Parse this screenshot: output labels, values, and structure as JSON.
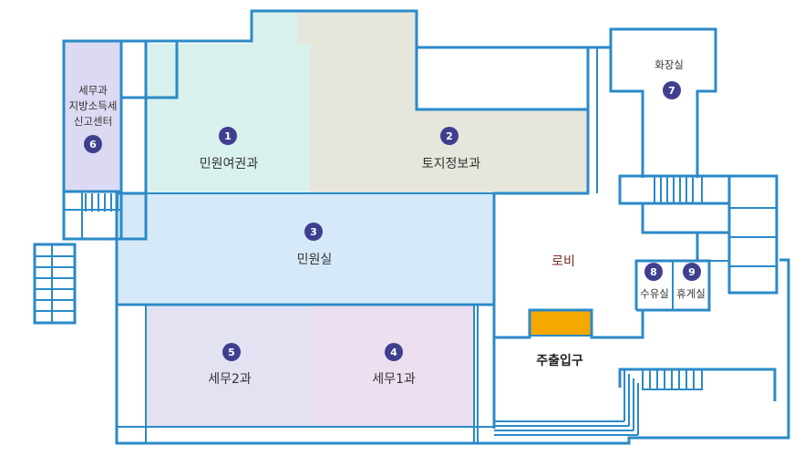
{
  "colors": {
    "wall": "#2b8ac8",
    "badge": "#3f3f8f",
    "room_civil_passport": "#d8f1ec",
    "room_land_info": "#e6e6dc",
    "room_civil_service": "#d6e9f8",
    "room_tax2": "#e2e2f3",
    "room_tax1": "#ecdff0",
    "room_tax_center": "#dcdaf2",
    "entrance_marker": "#f5a800"
  },
  "rooms": {
    "civil_passport": {
      "number": "1",
      "name": "민원여권과"
    },
    "land_info": {
      "number": "2",
      "name": "토지정보과"
    },
    "civil_service": {
      "number": "3",
      "name": "민원실"
    },
    "tax1": {
      "number": "4",
      "name": "세무1과"
    },
    "tax2": {
      "number": "5",
      "name": "세무2과"
    },
    "tax_center": {
      "number": "6",
      "name_line1": "세무과",
      "name_line2": "지방소득세",
      "name_line3": "신고센터"
    },
    "restroom": {
      "number": "7",
      "name": "화장실"
    },
    "nursing": {
      "number": "8",
      "name": "수유실"
    },
    "lounge": {
      "number": "9",
      "name": "휴게실"
    }
  },
  "lobby": {
    "name": "로비"
  },
  "entrance": {
    "name": "주출입구"
  }
}
